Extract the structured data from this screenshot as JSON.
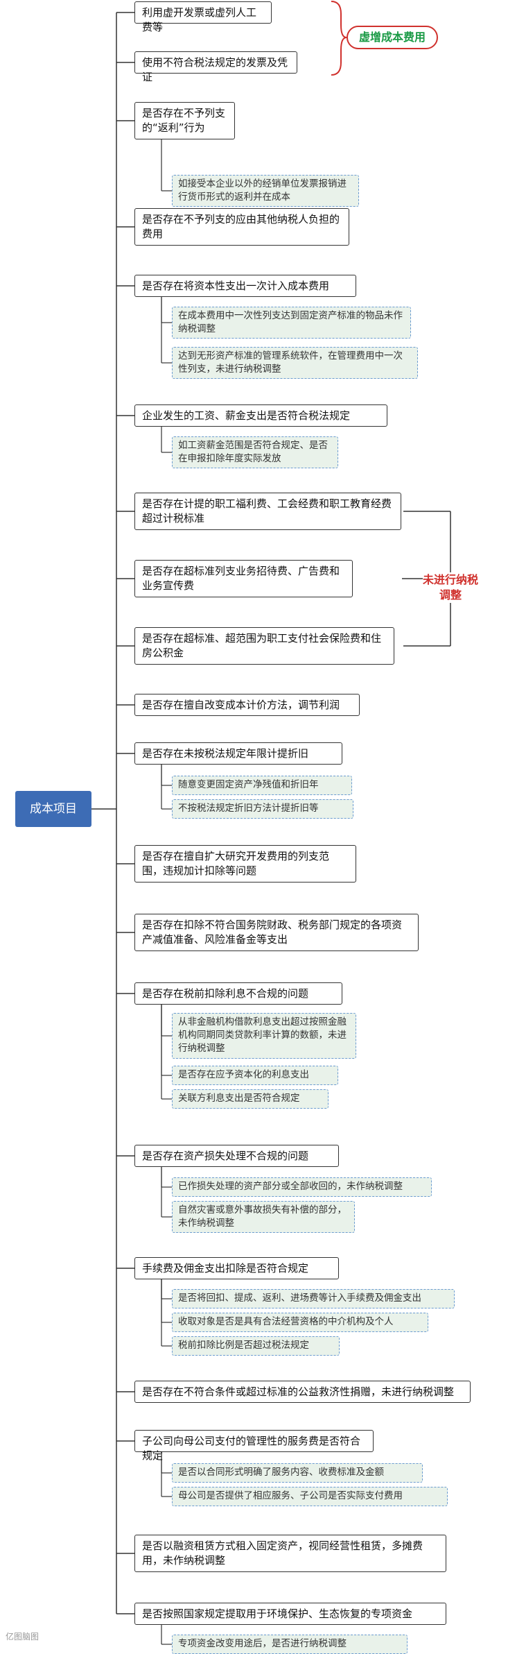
{
  "root": "成本项目",
  "callouts": {
    "top": "虚增成本费用",
    "mid": "未进行纳税调整"
  },
  "logo": "亿图脑图",
  "nodes": [
    {
      "text": "利用虚开发票或虚列人工费等",
      "subs": []
    },
    {
      "text": "使用不符合税法规定的发票及凭证",
      "subs": []
    },
    {
      "text": "是否存在不予列支的“返利”行为",
      "subs": [
        "如接受本企业以外的经销单位发票报销进行货币形式的返利并在成本"
      ]
    },
    {
      "text": "是否存在不予列支的应由其他纳税人负担的费用",
      "subs": []
    },
    {
      "text": "是否存在将资本性支出一次计入成本费用",
      "subs": [
        "在成本费用中一次性列支达到固定资产标准的物品未作纳税调整",
        "达到无形资产标准的管理系统软件，在管理费用中一次性列支，未进行纳税调整"
      ]
    },
    {
      "text": "企业发生的工资、薪金支出是否符合税法规定",
      "subs": [
        "如工资薪金范围是否符合规定、是否在申报扣除年度实际发放"
      ]
    },
    {
      "text": "是否存在计提的职工福利费、工会经费和职工教育经费超过计税标准",
      "subs": []
    },
    {
      "text": "是否存在超标准列支业务招待费、广告费和业务宣传费",
      "subs": []
    },
    {
      "text": "是否存在超标准、超范围为职工支付社会保险费和住房公积金",
      "subs": []
    },
    {
      "text": "是否存在擅自改变成本计价方法，调节利润",
      "subs": []
    },
    {
      "text": "是否存在未按税法规定年限计提折旧",
      "subs": [
        "随意变更固定资产净残值和折旧年",
        "不按税法规定折旧方法计提折旧等"
      ]
    },
    {
      "text": "是否存在擅自扩大研究开发费用的列支范围，违规加计扣除等问题",
      "subs": []
    },
    {
      "text": "是否存在扣除不符合国务院财政、税务部门规定的各项资产减值准备、风险准备金等支出",
      "subs": []
    },
    {
      "text": "是否存在税前扣除利息不合规的问题",
      "subs": [
        "从非金融机构借款利息支出超过按照金融机构同期同类贷款利率计算的数额，未进行纳税调整",
        "是否存在应予资本化的利息支出",
        "关联方利息支出是否符合规定"
      ]
    },
    {
      "text": "是否存在资产损失处理不合规的问题",
      "subs": [
        "已作损失处理的资产部分或全部收回的，未作纳税调整",
        "自然灾害或意外事故损失有补偿的部分，未作纳税调整"
      ]
    },
    {
      "text": "手续费及佣金支出扣除是否符合规定",
      "subs": [
        "是否将回扣、提成、返利、进场费等计入手续费及佣金支出",
        "收取对象是否是具有合法经营资格的中介机构及个人",
        "税前扣除比例是否超过税法规定"
      ]
    },
    {
      "text": "是否存在不符合条件或超过标准的公益救济性捐赠，未进行纳税调整",
      "subs": []
    },
    {
      "text": "子公司向母公司支付的管理性的服务费是否符合规定",
      "subs": [
        "是否以合同形式明确了服务内容、收费标准及金额",
        "母公司是否提供了相应服务、子公司是否实际支付费用"
      ]
    },
    {
      "text": "是否以融资租赁方式租入固定资产，视同经营性租赁，多摊费用，未作纳税调整",
      "subs": []
    },
    {
      "text": "是否按照国家规定提取用于环境保护、生态恢复的专项资金",
      "subs": [
        "专项资金改变用途后，是否进行纳税调整"
      ]
    }
  ]
}
